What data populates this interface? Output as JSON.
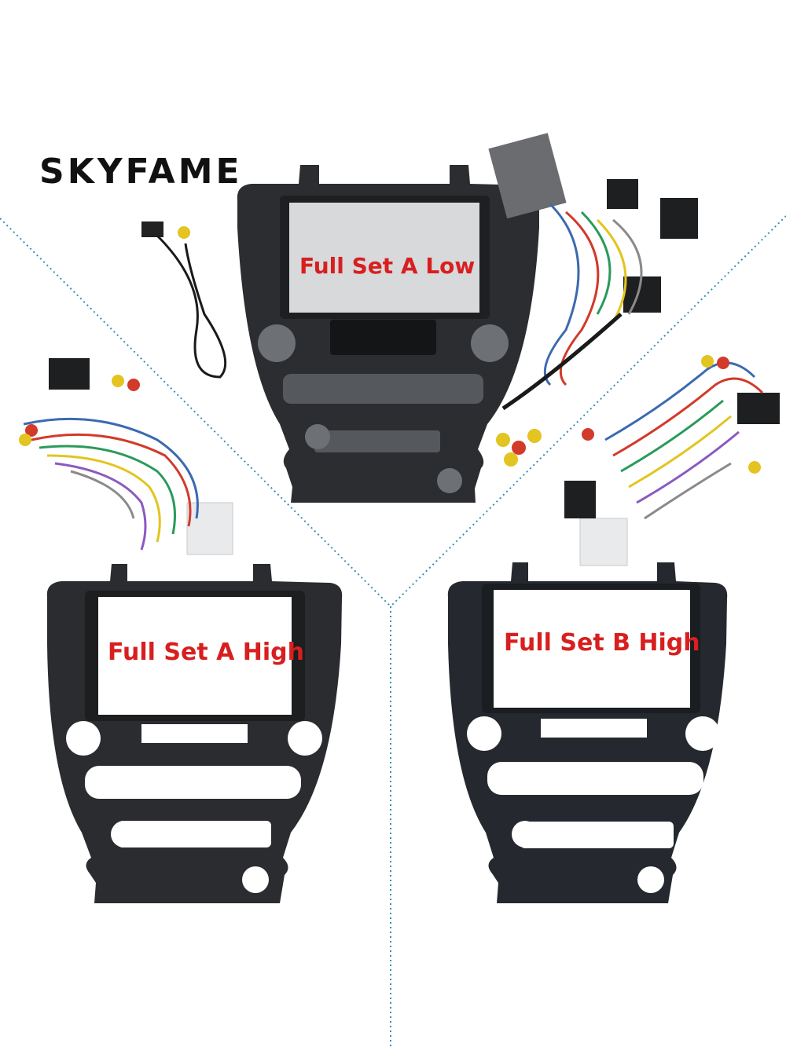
{
  "brand": "SKYFAME",
  "labels": {
    "a_low": "Full Set A Low",
    "a_high": "Full Set A High",
    "b_high": "Full Set B High"
  },
  "colors": {
    "label_red": "#d81f1f",
    "divider_blue": "#3a8fb0",
    "frame_black": "#2a2c2f"
  }
}
